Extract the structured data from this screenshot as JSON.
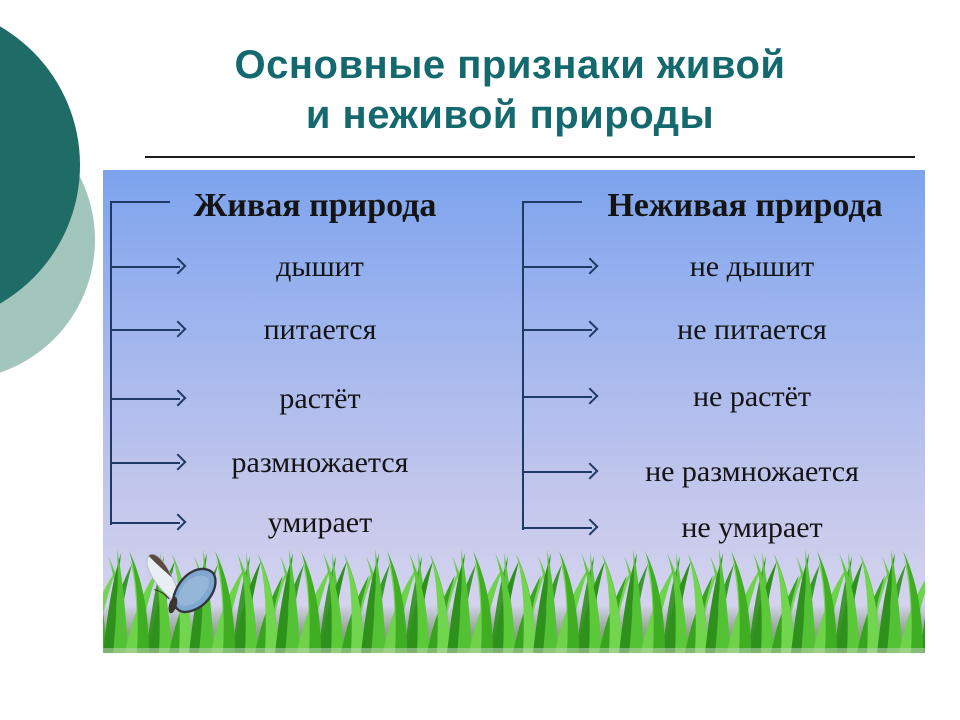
{
  "slide": {
    "title": {
      "line1": "Основные признаки живой",
      "line2": "и неживой природы"
    }
  },
  "diagram": {
    "columns": [
      {
        "header": "Живая природа",
        "items": [
          "дышит",
          "питается",
          "растёт",
          "размножается",
          "умирает"
        ]
      },
      {
        "header": "Неживая природа",
        "items": [
          "не дышит",
          "не питается",
          "не растёт",
          "не размножается",
          "не умирает"
        ]
      }
    ]
  },
  "decor": {
    "icons": {
      "butterfly": "butterfly-icon",
      "grass": "grass-image",
      "branch_arrow": "arrow-right-icon"
    },
    "colors": {
      "title_text": "#14696e",
      "circle_dark": "#1f6b66",
      "circle_light": "#a2c5bc",
      "panel_gradient_top": "#7da3ed",
      "panel_gradient_bottom": "#dcd8ef",
      "connector_line": "#203a66",
      "item_text": "#141414",
      "grass_green": "#3fae22",
      "butterfly_blue": "#7fa7cf"
    }
  }
}
